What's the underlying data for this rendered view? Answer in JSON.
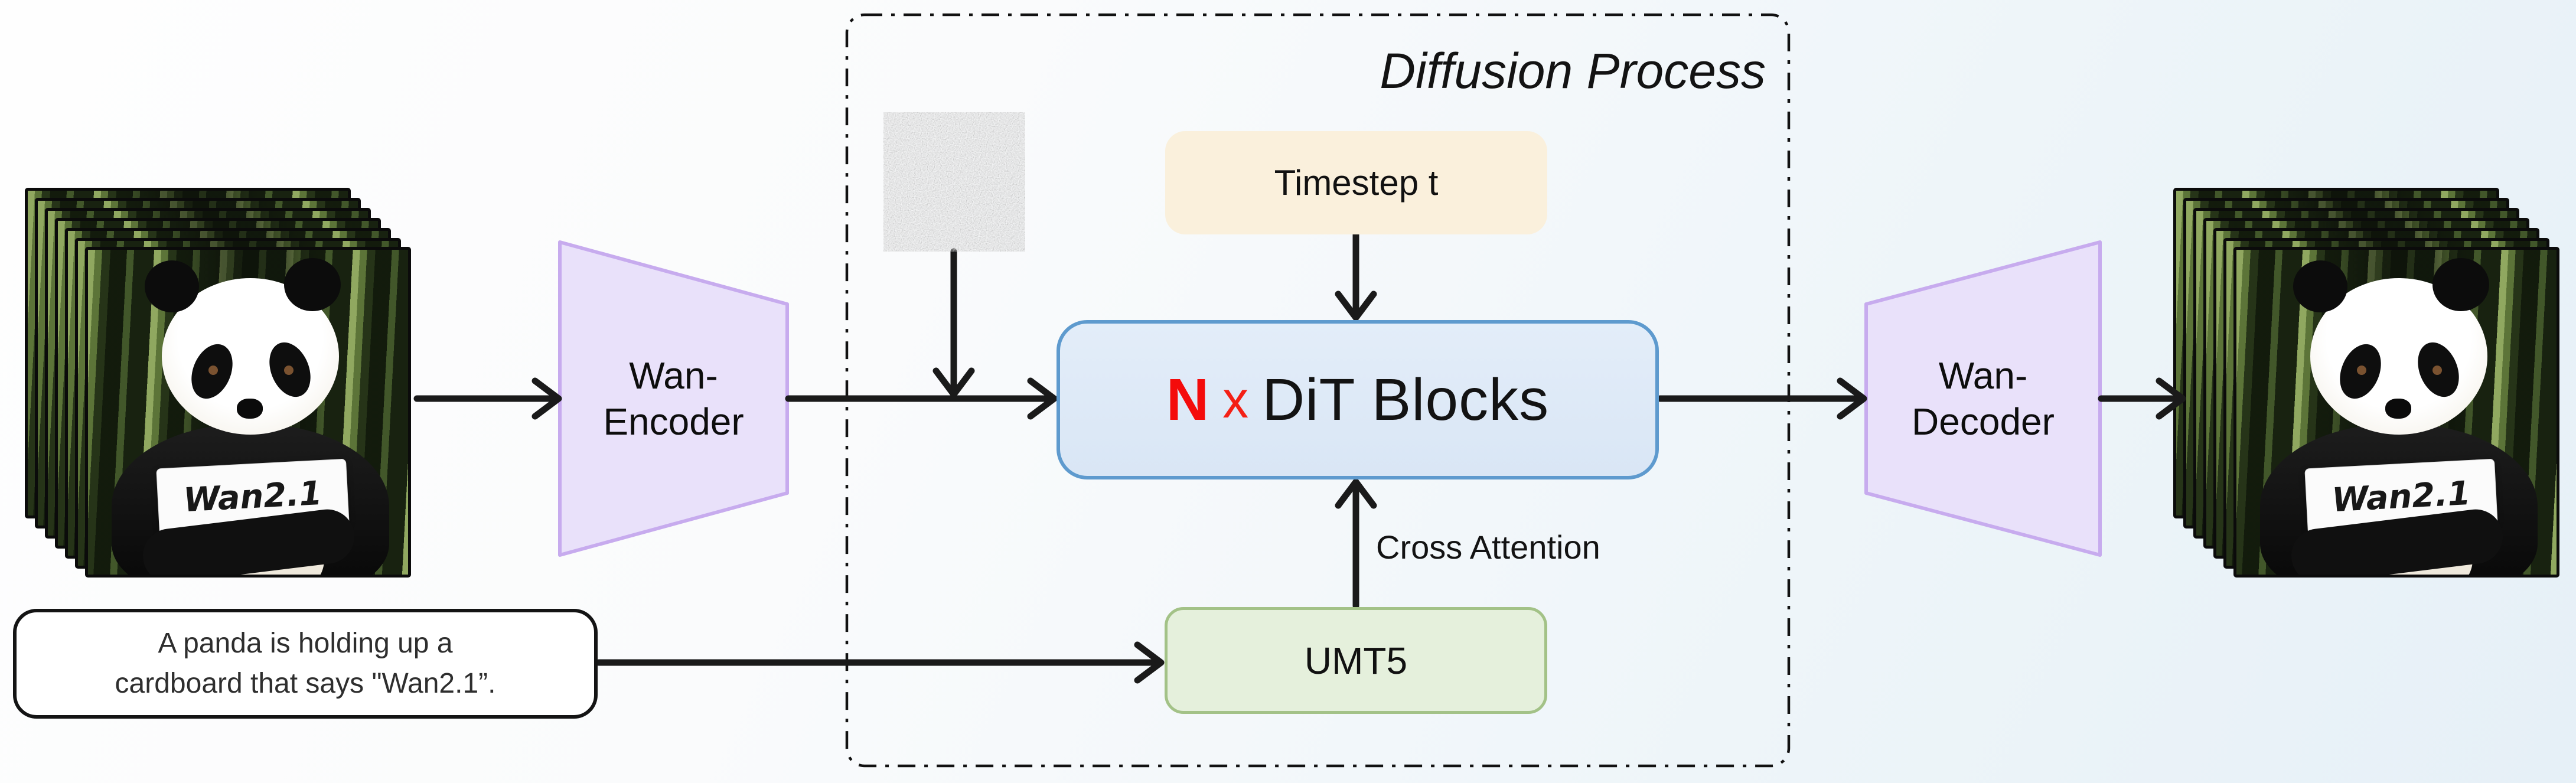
{
  "diagram": {
    "title": "Diffusion Process",
    "blocks": {
      "encoder": {
        "line1": "Wan-",
        "line2": "Encoder"
      },
      "decoder": {
        "line1": "Wan-",
        "line2": "Decoder"
      },
      "timestep": "Timestep t",
      "dit": {
        "n": "N",
        "times": "x",
        "label": "DiT Blocks"
      },
      "umt5": "UMT5",
      "cross_attention": "Cross Attention"
    },
    "prompt": {
      "line1": "A panda is holding up a",
      "line2": "cardboard that says \"Wan2.1”."
    },
    "sign_text": "Wan2.1",
    "colors": {
      "dit_fill": "#dde8f6",
      "dit_border": "#5e9ace",
      "dit_accent_red": "#f40b0b",
      "timestep_fill": "#faf0dc",
      "umt5_fill": "#e5f0dc",
      "umt5_border": "#a3c287",
      "vae_fill": "#e9e1fa",
      "vae_border": "#c7abee",
      "arrow": "#1a1a1a",
      "background_right": "#e6f0f7"
    }
  }
}
